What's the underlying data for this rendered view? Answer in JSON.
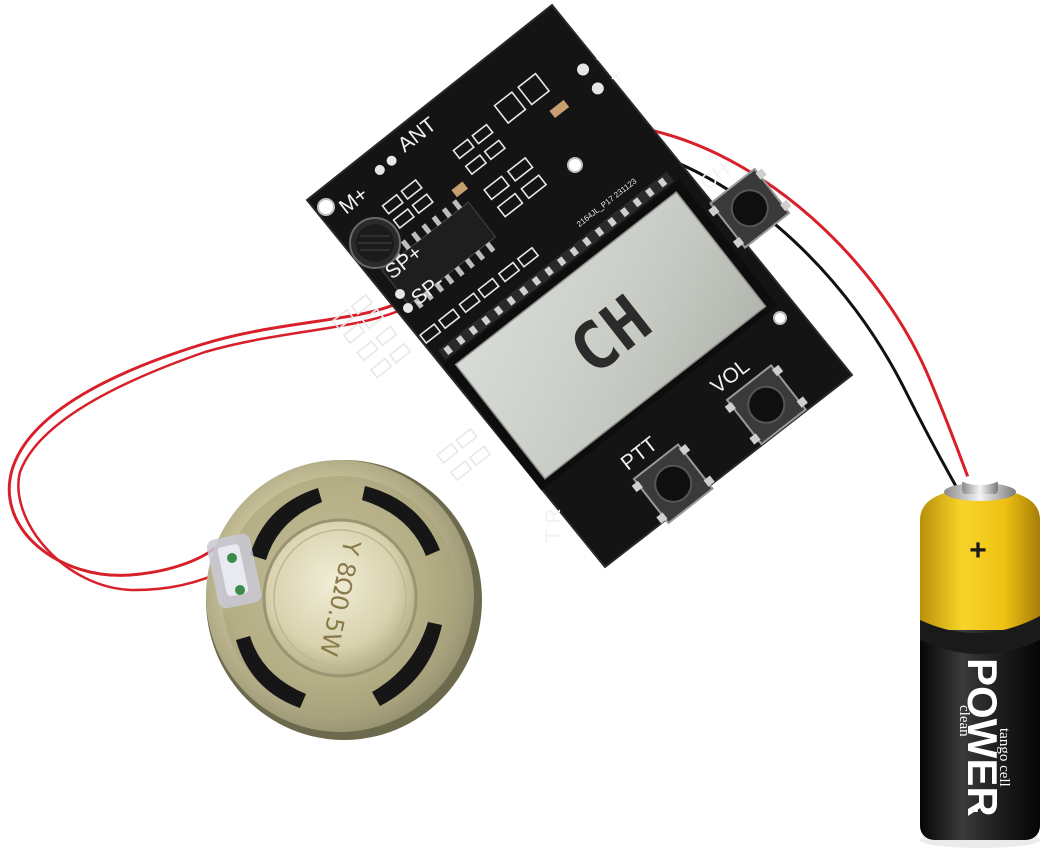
{
  "board": {
    "labels": {
      "ant": "ANT",
      "mic": "M+",
      "sp_plus": "SP+",
      "sp_minus": "SP-",
      "ch": "CH",
      "vol": "VOL",
      "ptt": "PTT",
      "tr": "T R",
      "plus": "+",
      "minus": "-",
      "part_code": "2164JL_P17 231123"
    },
    "lcd": {
      "text": "CH"
    }
  },
  "speaker": {
    "label": "Y 8Ω0.5W"
  },
  "battery": {
    "plus": "+",
    "minus": "-",
    "brand_small": "clean",
    "brand": "POWER",
    "sub": "tango cell"
  },
  "colors": {
    "pcb": "#141414",
    "wire_red": "#d8202a",
    "wire_black": "#111111",
    "battery_yellow": "#f2c718",
    "battery_black": "#1a1a1a"
  }
}
